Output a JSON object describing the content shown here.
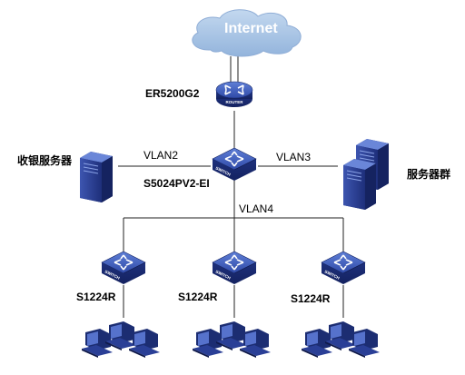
{
  "cloud": {
    "label": "Internet"
  },
  "router": {
    "name": "ER5200G2",
    "device_text": "ROUTER"
  },
  "core_switch": {
    "name": "S5024PV2-EI",
    "device_text": "SWITCH"
  },
  "vlans": {
    "left": "VLAN2",
    "right": "VLAN3",
    "bottom": "VLAN4"
  },
  "servers": {
    "cashier": "收银服务器",
    "group": "服务器群"
  },
  "access_switches": [
    {
      "name": "S1224R",
      "device_text": "SWITCH"
    },
    {
      "name": "S1224R",
      "device_text": "SWITCH"
    },
    {
      "name": "S1224R",
      "device_text": "SWITCH"
    }
  ],
  "colors": {
    "cloud": "#a9c6e6",
    "device_top": "#3a57b6",
    "device_side": "#1c2f78",
    "server": "#2c3f8f",
    "line": "#222222",
    "label": "#000000"
  }
}
